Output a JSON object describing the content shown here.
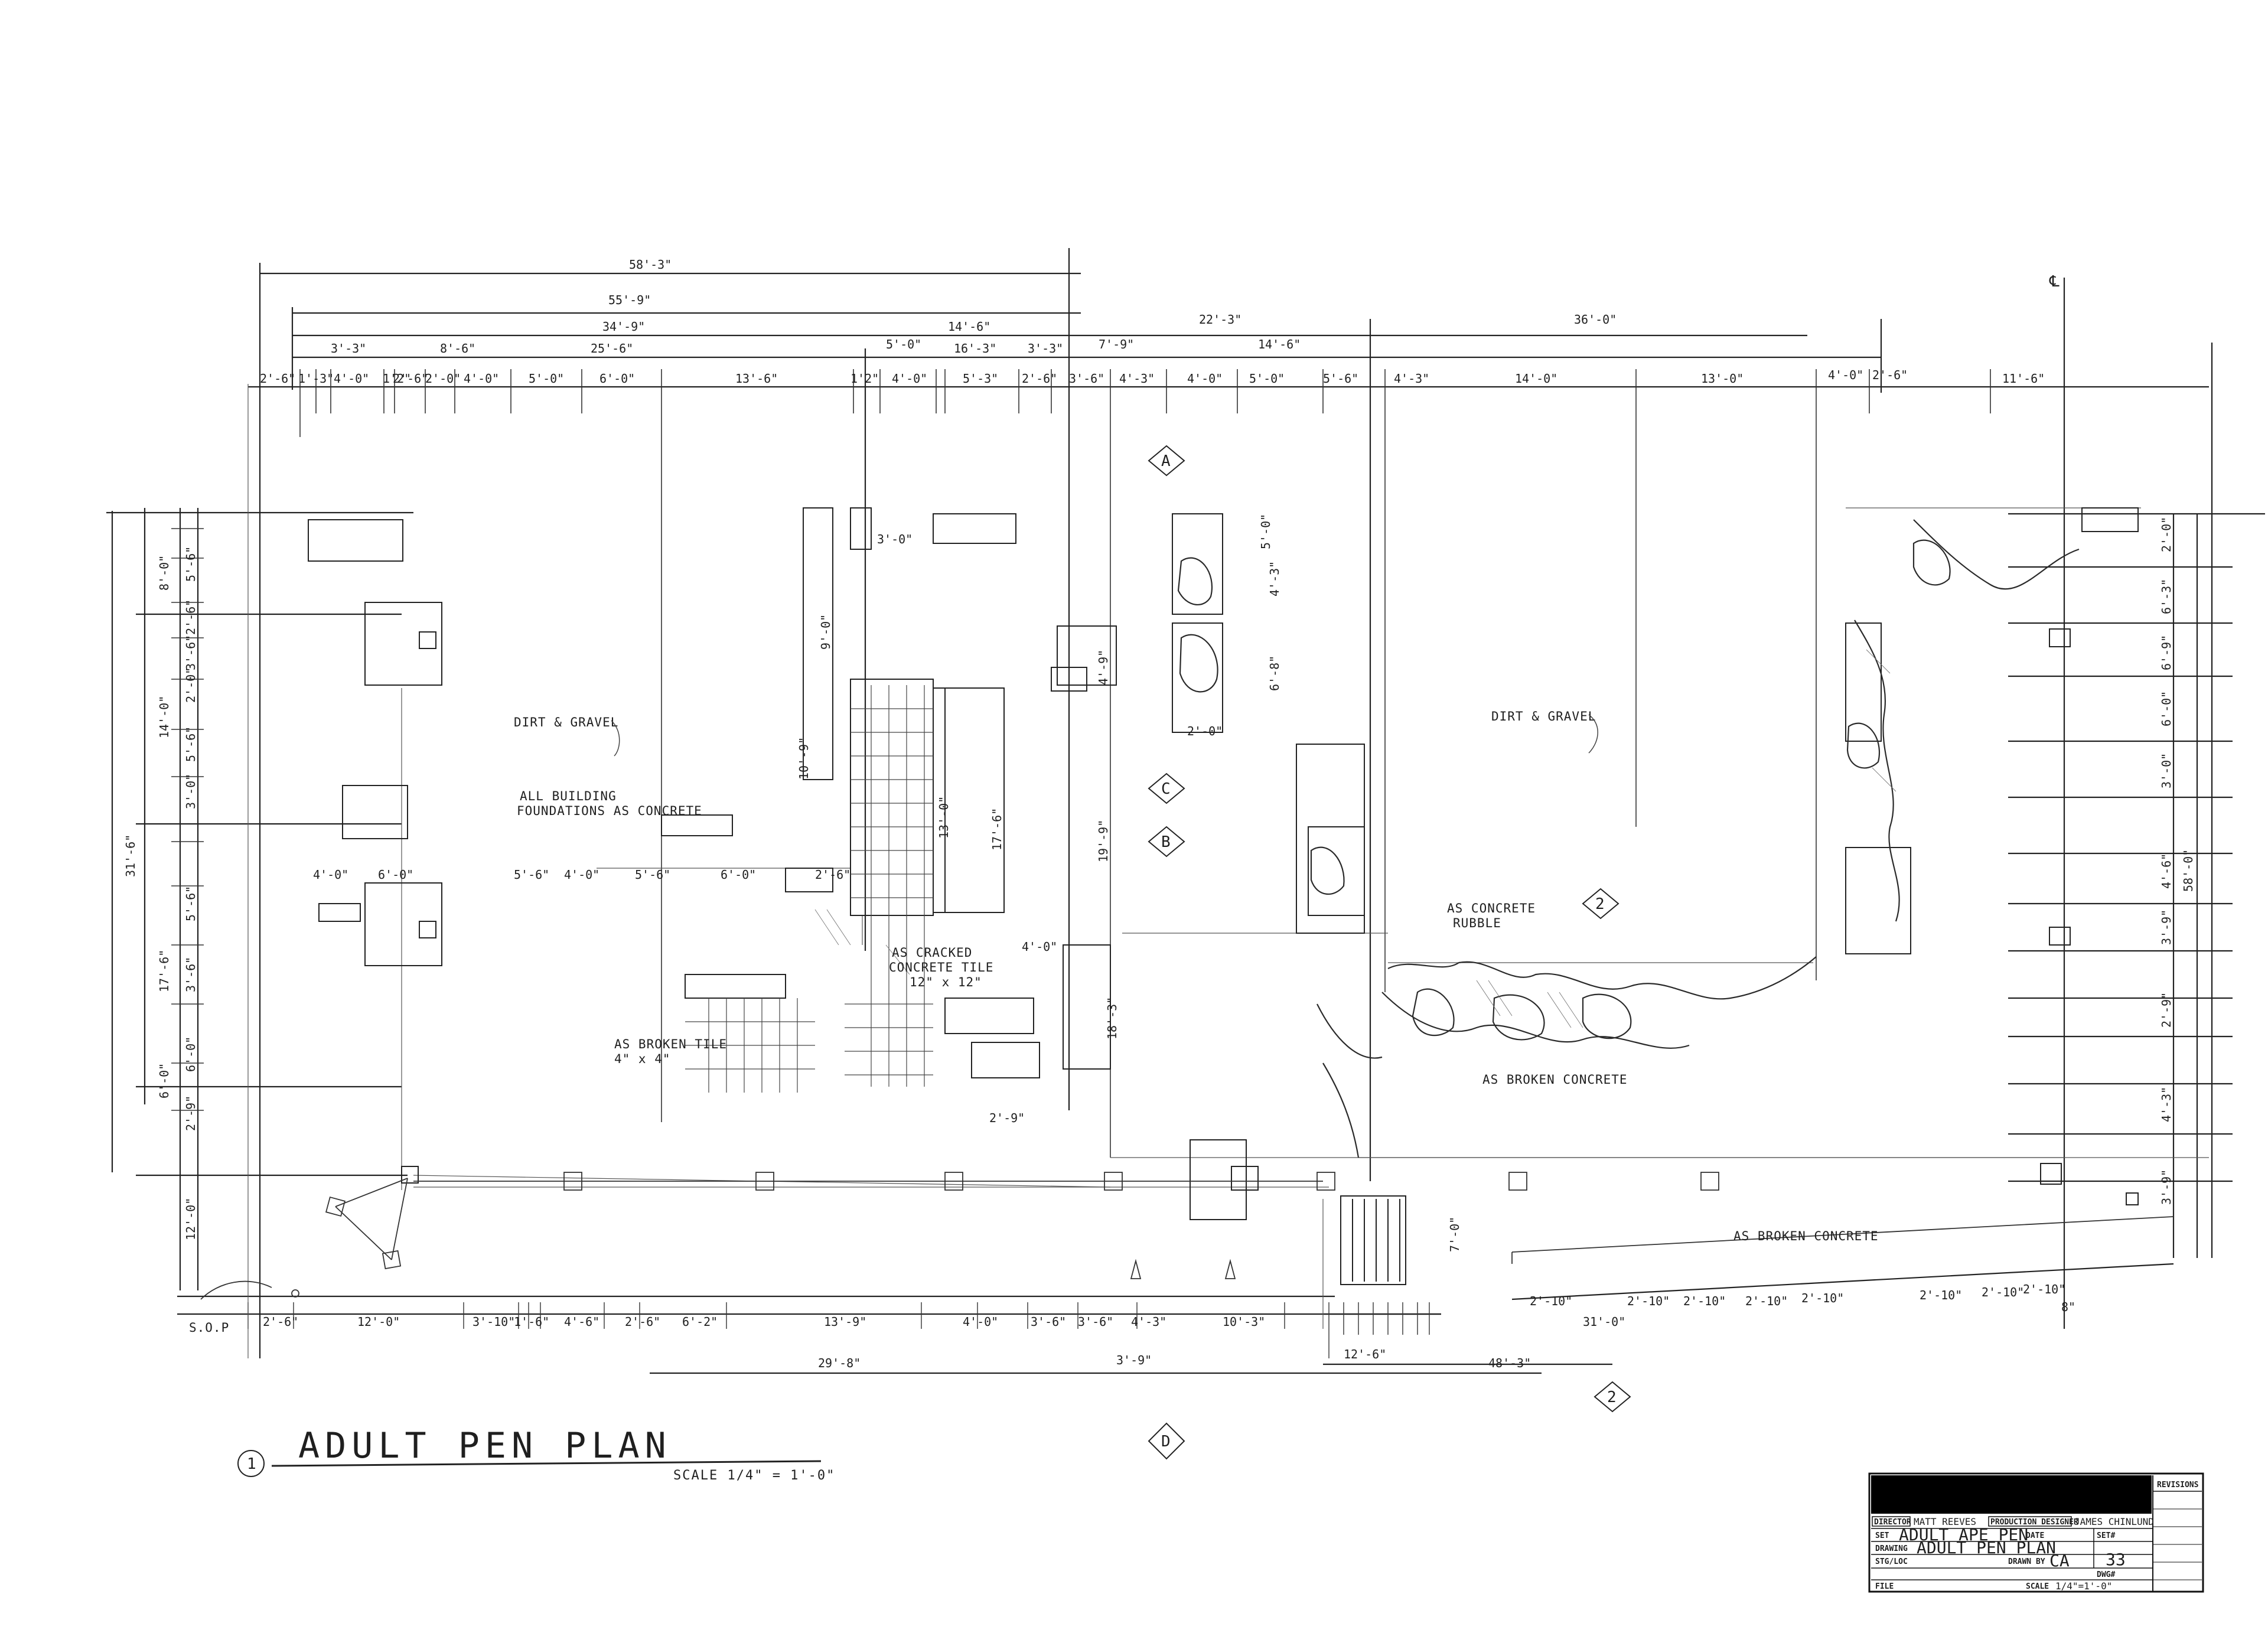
{
  "drawing": {
    "title": "ADULT PEN PLAN",
    "number": "1",
    "scale_note": "SCALE 1/4\" = 1'-0\"",
    "start_point": "S.O.P",
    "centerline": "℄"
  },
  "notes": {
    "dirt_left": "DIRT & GRAVEL",
    "dirt_right": "DIRT & GRAVEL",
    "foundations_1": "ALL BUILDING",
    "foundations_2": "FOUNDATIONS AS CONCRETE",
    "cracked_1": "AS CRACKED",
    "cracked_2": "CONCRETE TILE",
    "cracked_3": "12\" x 12\"",
    "broken_tile_1": "AS BROKEN TILE",
    "broken_tile_2": "4\" x 4\"",
    "rubble_1": "AS CONCRETE",
    "rubble_2": "RUBBLE",
    "broken_concrete_1": "AS BROKEN CONCRETE",
    "broken_concrete_2": "AS BROKEN CONCRETE"
  },
  "section_markers": {
    "a": "A",
    "b": "B",
    "c": "C",
    "d": "D",
    "two_upper": "2",
    "two_lower": "2"
  },
  "dimensions": {
    "top_overall": "58'-3\"",
    "top_second": "55'-9\"",
    "top_third_left": "34'-9\"",
    "top_third_mid": "14'-6\"",
    "top_third_right_a": "22'-3\"",
    "top_third_right_b": "36'-0\"",
    "top_fourth": [
      "3'-3\"",
      "8'-6\"",
      "25'-6\"",
      "5'-0\"",
      "16'-3\"",
      "3'-3\"",
      "7'-9\"",
      "14'-6\""
    ],
    "top_chain": [
      "2'-6\"",
      "1'-3\"",
      "4'-0\"",
      "1'2\"",
      "2'-6\"",
      "2'-0\"",
      "4'-0\"",
      "5'-0\"",
      "6'-0\"",
      "13'-6\"",
      "1'2\"",
      "4'-0\"",
      "5'-3\"",
      "2'-6\"",
      "3'-6\"",
      "4'-3\"",
      "4'-0\"",
      "5'-0\"",
      "5'-6\"",
      "4'-3\"",
      "14'-0\"",
      "13'-0\"",
      "4'-0\"",
      "2'-6\"",
      "11'-6\""
    ],
    "left_overall": "31'-6\"",
    "left_sub": [
      "8'-0\"",
      "14'-0\"",
      "17'-6\"",
      "6'-0\""
    ],
    "left_chain": [
      "5'-6\"",
      "2'-6\"",
      "3'-6\"",
      "2'-0\"",
      "5'-6\"",
      "3'-0\"",
      "5'-6\"",
      "3'-6\"",
      "6'-0\"",
      "2'-9\"",
      "12'-0\""
    ],
    "right_chain": [
      "2'-0\"",
      "6'-3\"",
      "6'-9\"",
      "6'-0\"",
      "3'-0\"",
      "4'-6\"",
      "3'-9\"",
      "2'-9\"",
      "4'-3\"",
      "3'-9\""
    ],
    "right_overall": "58'-0\"",
    "bottom_chain": [
      "2'-6\"",
      "12'-0\"",
      "3'-10\"",
      "1'-6\"",
      "4'-6\"",
      "2'-6\"",
      "6'-2\"",
      "13'-9\"",
      "4'-0\"",
      "3'-6\"",
      "3'-6\"",
      "4'-3\"",
      "10'-3\""
    ],
    "bottom_second": [
      "29'-8\"",
      "3'-9\"",
      "48'-3\""
    ],
    "bottom_right_chain": [
      "2'-10\"",
      "31'-0\"",
      "2'-10\"",
      "2'-10\"",
      "2'-10\"",
      "2'-10\"",
      "2'-10\"",
      "2'-10\"",
      "2'-10\"",
      "8\""
    ],
    "interior": [
      "3'-0\"",
      "6'-0\"",
      "4'-0\"",
      "9'-0\"",
      "10'-9\"",
      "13'-0\"",
      "17'-6\"",
      "19'-9\"",
      "18'-3\"",
      "6'-8\"",
      "4'-9\"",
      "4'-3\"",
      "5'-0\"",
      "6'-0\"",
      "2'-6\"",
      "5'-6\"",
      "4'-0\"",
      "2'-9\"",
      "5'-6\"",
      "4'-0\"",
      "2'-0\"",
      "7'-0\"",
      "12'-6\""
    ]
  },
  "title_block": {
    "revisions": "REVISIONS",
    "director_label": "DIRECTOR",
    "director": "MATT REEVES",
    "designer_label": "PRODUCTION DESIGNER",
    "designer": "JAMES CHINLUND",
    "set_label": "SET",
    "set": "ADULT APE PEN",
    "date_label": "DATE",
    "sets_label": "SET#",
    "set_number": "33",
    "drawing_label": "DRAWING",
    "drawing": "ADULT PEN PLAN",
    "stg_label": "STG/LOC",
    "drawn_by_label": "DRAWN BY",
    "drawn_by": "CA",
    "dwg_label": "DWG#",
    "file_label": "FILE",
    "scale_label": "SCALE",
    "scale": "1/4\"=1'-0\""
  },
  "colors": {
    "ink": "#1f1f1f",
    "paper": "#ffffff",
    "title_bar": "#000000"
  }
}
